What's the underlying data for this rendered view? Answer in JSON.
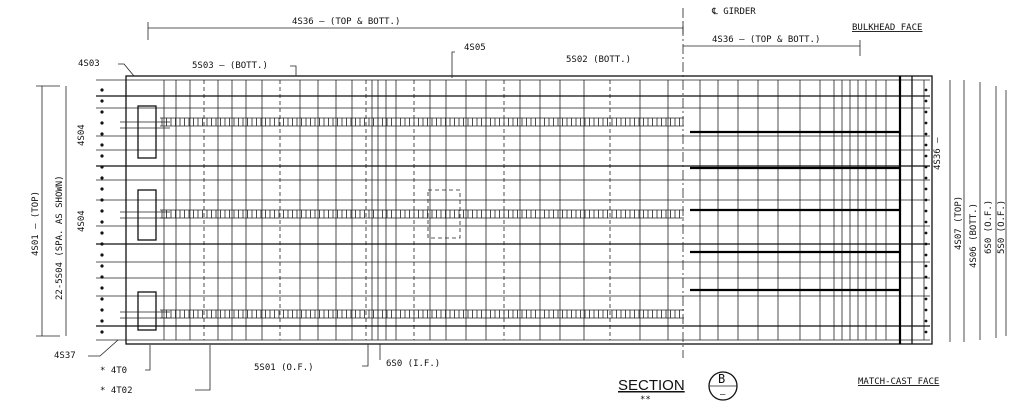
{
  "labels": {
    "top_center_dim": "4S36 — (TOP & BOTT.)",
    "girder_cl": "℄ GIRDER",
    "right_top_dim": "4S36 — (TOP & BOTT.)",
    "bulkhead_face": "BULKHEAD FACE",
    "mark_4s03": "4S03",
    "mark_5s03": "5S03 — (BOTT.)",
    "mark_4s05": "4S05",
    "mark_5s02": "5S02    (BOTT.)",
    "mark_4s04_upper": "4S04",
    "mark_4s04_lower": "4S04",
    "left_outer_dim": "4S01 — (TOP)",
    "left_inner_dim": "22-5S04 (SPA. AS SHOWN)",
    "mark_4s37": "4S37",
    "mark_4t0": "* 4T0",
    "mark_4t02": "* 4T02",
    "mark_5s01": "5S01 (O.F.)",
    "mark_6s0": "6S0    (I.F.)",
    "section_word": "SECTION",
    "section_letter": "B",
    "section_sheet": "–",
    "section_note": "**",
    "match_cast_face": "MATCH-CAST FACE",
    "right_mark_4s36": "4S36 —",
    "right_mark_4s07": "4S07 (TOP)",
    "right_mark_4s06": "4S06 (BOTT.)",
    "right_mark_6s0": "6S0 (O.F.)",
    "right_mark_5s0": "5S0 (O.F.)"
  }
}
